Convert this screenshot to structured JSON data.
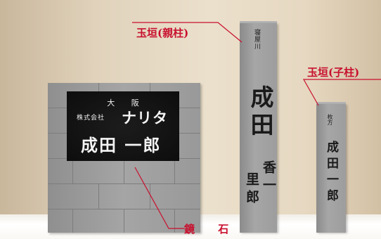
{
  "labels": {
    "oyabashira": "玉垣(親柱)",
    "kobashira": "玉垣(子柱)",
    "kagami_ishi": "鏡 石"
  },
  "kagami_plate": {
    "line1": "大 阪",
    "line2": "株式会社",
    "line3": "ナリタ",
    "line4": "成田 一郎"
  },
  "oya_post": {
    "small": "寝屋川",
    "big": "成田",
    "col_right": "香一",
    "col_left": "里郎"
  },
  "ko_post": {
    "small": "枚方",
    "big": "成田一郎"
  },
  "colors": {
    "annotation": "#c8102e",
    "stone": "#9c9c9c",
    "plate": "#111111"
  }
}
